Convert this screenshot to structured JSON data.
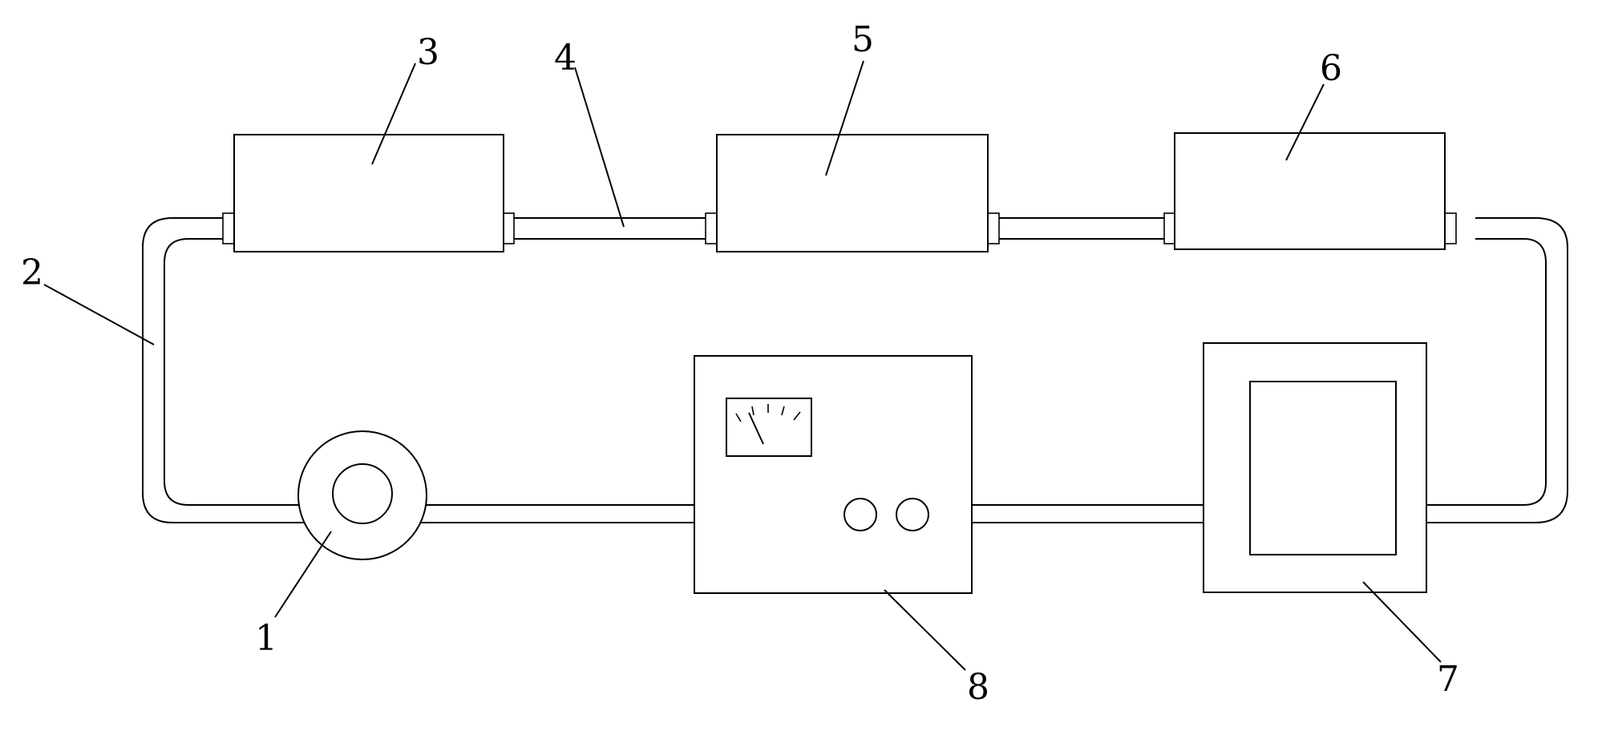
{
  "diagram": {
    "labels": {
      "pump": "1",
      "pipe_loop": "2",
      "unit_left": "3",
      "connecting_pipe": "4",
      "unit_middle": "5",
      "unit_right": "6",
      "display_unit": "7",
      "control_box": "8"
    },
    "colors": {
      "line": "#000000",
      "background": "#ffffff"
    }
  }
}
